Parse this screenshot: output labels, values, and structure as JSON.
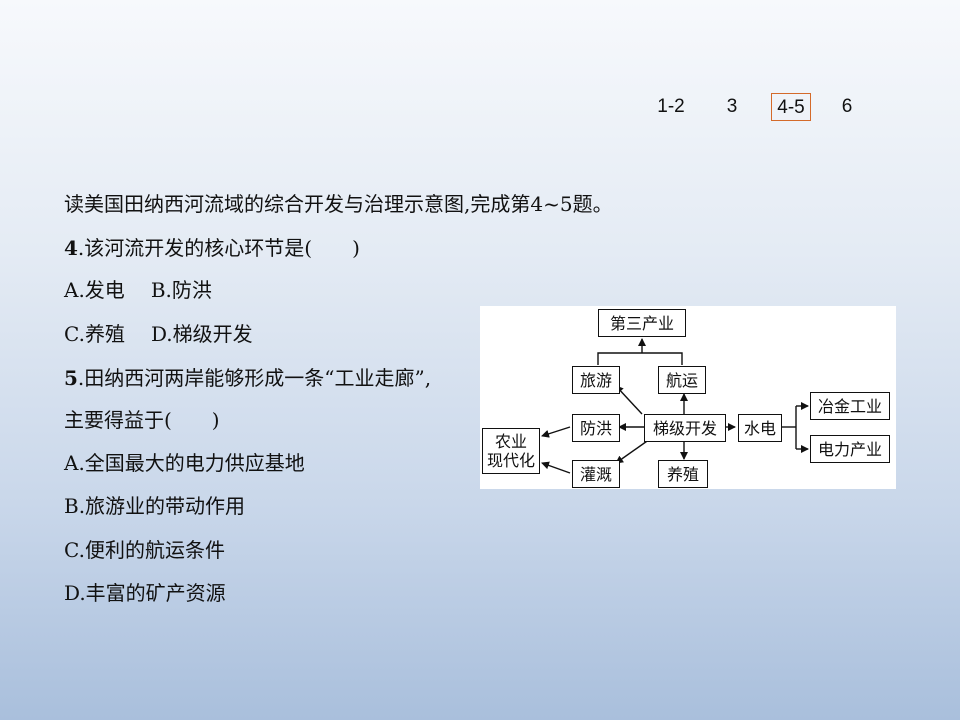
{
  "nav": {
    "items": [
      "1-2",
      "3",
      "4-5",
      "6"
    ],
    "active_index": 2
  },
  "intro": "读美国田纳西河流域的综合开发与治理示意图,完成第4~5题。",
  "q4": {
    "number": "4",
    "stem": ".该河流开发的核心环节是(　　)",
    "options": [
      "A.发电",
      "B.防洪",
      "C.养殖",
      "D.梯级开发"
    ]
  },
  "q5": {
    "number": "5",
    "stem_line1": ".田纳西河两岸能够形成一条“工业走廊”,",
    "stem_line2": "主要得益于(　　)",
    "options": [
      "A.全国最大的电力供应基地",
      "B.旅游业的带动作用",
      "C.便利的航运条件",
      "D.丰富的矿产资源"
    ]
  },
  "diagram": {
    "tertiary": "第三产业",
    "tourism": "旅游",
    "shipping": "航运",
    "flood_control": "防洪",
    "cascade": "梯级开发",
    "hydropower": "水电",
    "metallurgy": "冶金工业",
    "power_industry": "电力产业",
    "agriculture_line1": "农业",
    "agriculture_line2": "现代化",
    "irrigation": "灌溉",
    "aquaculture": "养殖"
  },
  "colors": {
    "active_nav_border": "#d46a2a"
  }
}
